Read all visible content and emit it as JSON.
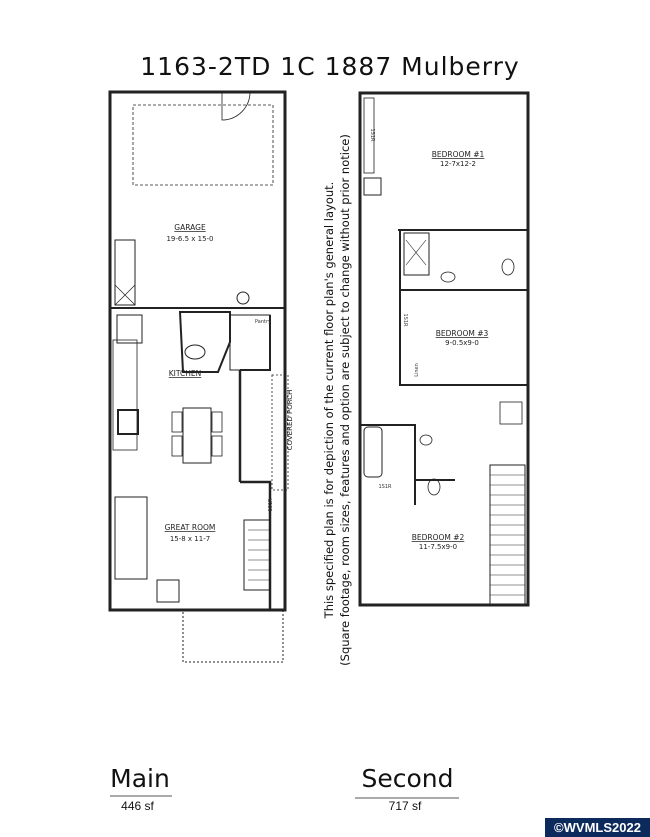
{
  "title": "1163-2TD 1C 1887 Mulberry",
  "main_plan": {
    "rooms": [
      {
        "name": "GARAGE",
        "dims": "19-6.5 x 15-0"
      },
      {
        "name": "KITCHEN",
        "dims": ""
      },
      {
        "name": "GREAT ROOM",
        "dims": "15-8 x 11-7"
      }
    ],
    "pantry": "Pantry",
    "covered_porch": "COVERED PORCH",
    "closet": "1S1R"
  },
  "second_plan": {
    "rooms": [
      {
        "name": "BEDROOM #1",
        "dims": "12-7x12-2"
      },
      {
        "name": "BEDROOM #3",
        "dims": "9-0.5x9-0"
      },
      {
        "name": "BEDROOM #2",
        "dims": "11-7.5x9-0"
      }
    ],
    "closets": [
      "1S1R",
      "1S1R",
      "1S1R"
    ],
    "linen": "Linen"
  },
  "note_line1": "This specified plan is for depiction of the current floor plan's general layout.",
  "note_line2": "(Square footage, room sizes, features and option are subject to change without prior notice)",
  "levels": [
    {
      "label": "Main",
      "area": "446 sf"
    },
    {
      "label": "Second",
      "area": "717 sf"
    }
  ],
  "watermark": "©WVMLS2022",
  "colors": {
    "walls": "#222222",
    "watermark_bg": "#0d2a5c"
  }
}
